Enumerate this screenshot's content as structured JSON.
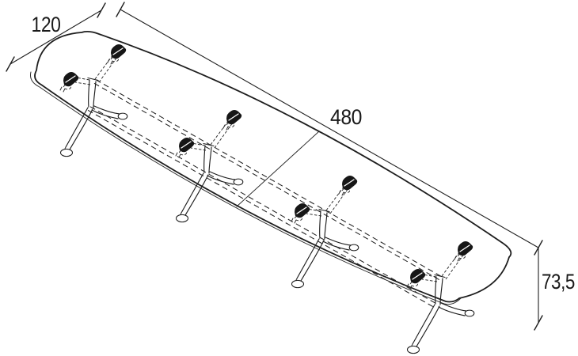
{
  "drawing": {
    "background": "#ffffff",
    "line_color": "#1e1e1e",
    "labels": {
      "width": "120",
      "length": "480",
      "height": "73,5"
    },
    "table": {
      "view": "isometric line drawing",
      "top_shape": "boat-shaped tabletop with rounded corners",
      "seam_lines": 1,
      "legs": 4,
      "feet_per_leg": 2,
      "top_mounts_per_leg": 2,
      "hidden_structure_style": "dashed"
    }
  }
}
